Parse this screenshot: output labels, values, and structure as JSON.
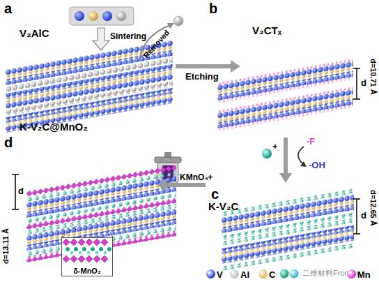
{
  "diagram": {
    "nodes": [
      {
        "text": [
          "a",
          "V₂AlC"
        ]
      },
      {
        "text": [
          "b",
          "V₂CTₓ"
        ]
      },
      {
        "text": [
          "c",
          "K-V₂C"
        ]
      },
      {
        "text": [
          "d",
          "K-V₂C@MnO₂"
        ]
      },
      {
        "text": [
          "δ-MnO₂"
        ],
        "in": 3
      }
    ],
    "edges": [
      {
        "from": 0,
        "to": 1,
        "arrow": "to",
        "label": "Etching"
      },
      {
        "from": 1,
        "to": 2,
        "arrow": "to"
      },
      {
        "from": 2,
        "to": 3,
        "arrow": "to",
        "label": "KMnO₄"
      }
    ],
    "labels": [
      "Sintering",
      "Removed",
      "d",
      "d=10.71 Å",
      "+",
      "-F",
      "-OH",
      "d",
      "d=12.65 Å",
      "+",
      "d",
      "d=13.11 Å",
      "二维材料Frontier"
    ],
    "legend": [
      {
        "text": "V",
        "color": "#2741d6"
      },
      {
        "text": "Al",
        "color": "#bdbdbd"
      },
      {
        "text": "C",
        "color": "#e0b866"
      },
      {
        "text": "Mn",
        "color": "#d43fd0"
      }
    ]
  }
}
